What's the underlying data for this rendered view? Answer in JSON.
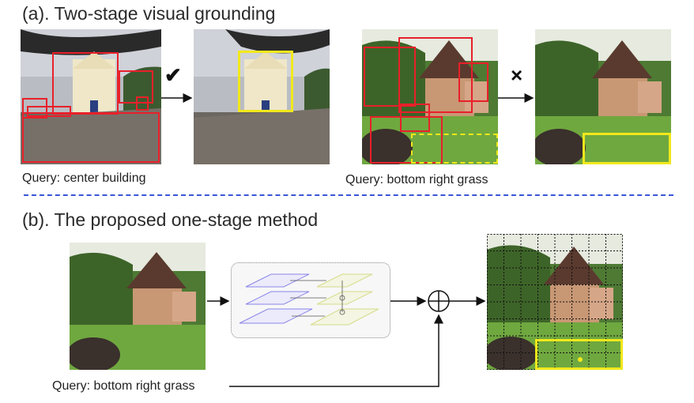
{
  "section_a": {
    "title": "(a). Two-stage visual grounding",
    "query_left": "Query: center building",
    "query_right": "Query: bottom right grass",
    "check_mark": "✔",
    "cross_mark": "×"
  },
  "section_b": {
    "title": "(b). The proposed one-stage method",
    "query": "Query: bottom right grass",
    "sum_symbol": "⊕"
  },
  "colors": {
    "proposal_box": "#e8202a",
    "grounding_box": "#f2e81c",
    "divider": "#3a55d8",
    "visual_feature": "#8a86e8",
    "text_feature": "#d6dc8a"
  },
  "icons": [
    "check-icon",
    "cross-icon",
    "arrow-icon",
    "sum-icon"
  ]
}
